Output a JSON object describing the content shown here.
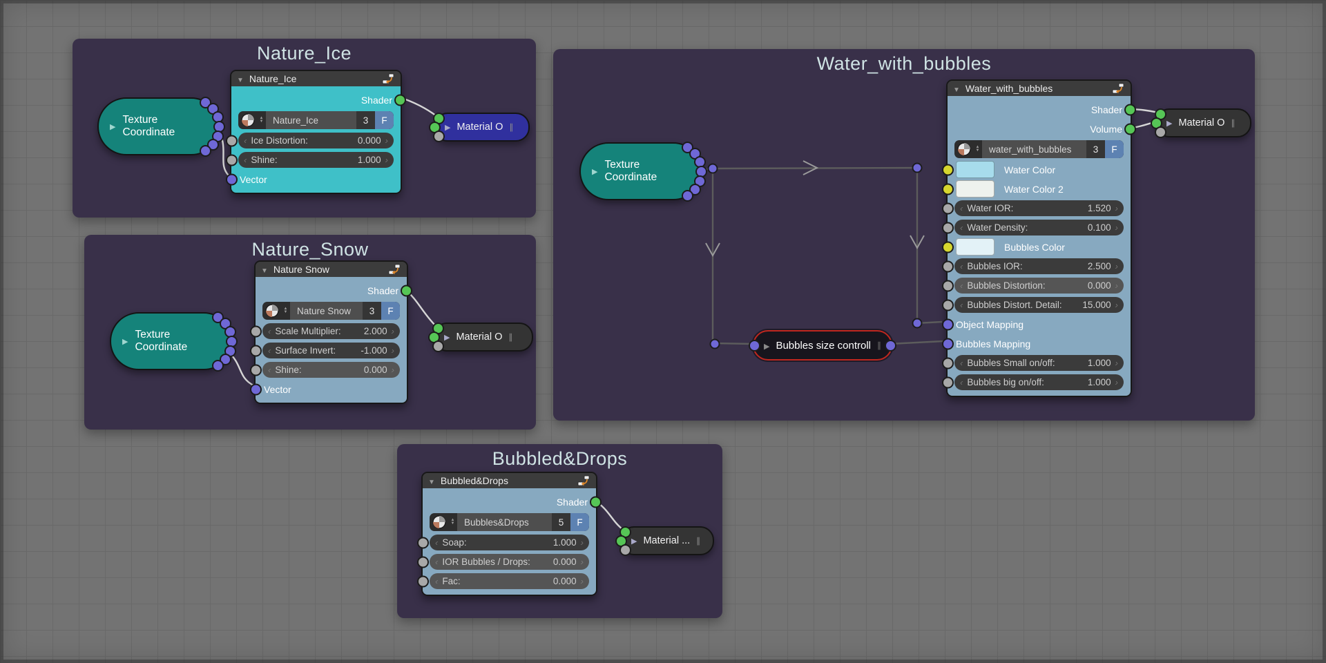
{
  "palette": {
    "canvas_bg": "#737373",
    "grid_line": "#696969",
    "frame_bg": "#393049",
    "frame_title": "#cfe3e4",
    "node_header": "#3c3c3c",
    "node_teal": "#3fc0c8",
    "node_steel": "#87a9c0",
    "texcoord_teal": "#15837a",
    "material_output_navy": "#30309e",
    "collapsed_dark": "#343434",
    "active_outline_red": "#c0271f",
    "socket_green": "#56c656",
    "socket_purple": "#6f68d6",
    "socket_gray": "#a8a8a8",
    "socket_yellow": "#d6d62e",
    "wire_light": "#d6d6d6",
    "wire_dark": "#5c5c5c",
    "fake_user_blue": "#5d82b2"
  },
  "frames": {
    "ice": {
      "title": "Nature_Ice",
      "texcoord": {
        "label": "Texture Coordinate"
      },
      "group": {
        "header": "Nature_Ice",
        "rows": [
          {
            "type": "out",
            "label": "Shader",
            "socket": "green"
          },
          {
            "type": "sel",
            "name": "Nature_Ice",
            "count": "3",
            "f": "F"
          },
          {
            "type": "slider",
            "label": "Ice Distortion:",
            "value": "0.000",
            "socket": "gray"
          },
          {
            "type": "slider",
            "label": "Shine:",
            "value": "1.000",
            "socket": "gray"
          },
          {
            "type": "in",
            "label": "Vector",
            "socket": "purple"
          }
        ]
      },
      "material_output": {
        "label": "Material O"
      }
    },
    "snow": {
      "title": "Nature_Snow",
      "texcoord": {
        "label": "Texture Coordinate"
      },
      "group": {
        "header": "Nature Snow",
        "rows": [
          {
            "type": "out",
            "label": "Shader",
            "socket": "green"
          },
          {
            "type": "sel",
            "name": "Nature Snow",
            "count": "3",
            "f": "F"
          },
          {
            "type": "slider",
            "label": "Scale Multiplier:",
            "value": "2.000",
            "socket": "gray"
          },
          {
            "type": "slider",
            "label": "Surface Invert:",
            "value": "-1.000",
            "socket": "gray"
          },
          {
            "type": "slider",
            "label": "Shine:",
            "value": "0.000",
            "socket": "gray",
            "hover": true
          },
          {
            "type": "in",
            "label": "Vector",
            "socket": "purple"
          }
        ]
      },
      "material_output": {
        "label": "Material O"
      }
    },
    "water": {
      "title": "Water_with_bubbles",
      "texcoord": {
        "label": "Texture Coordinate"
      },
      "group": {
        "header": "Water_with_bubbles",
        "rows": [
          {
            "type": "out",
            "label": "Shader",
            "socket": "green"
          },
          {
            "type": "out",
            "label": "Volume",
            "socket": "green"
          },
          {
            "type": "sel",
            "name": "water_with_bubbles",
            "count": "3",
            "f": "F"
          },
          {
            "type": "color",
            "label": "Water Color",
            "swatch": "#a7dcec",
            "socket": "yellow"
          },
          {
            "type": "color",
            "label": "Water Color 2",
            "swatch": "#eef2ee",
            "socket": "yellow"
          },
          {
            "type": "slider",
            "label": "Water IOR:",
            "value": "1.520",
            "socket": "gray"
          },
          {
            "type": "slider",
            "label": "Water Density:",
            "value": "0.100",
            "socket": "gray"
          },
          {
            "type": "color",
            "label": "Bubbles Color",
            "swatch": "#e3f2f7",
            "socket": "yellow"
          },
          {
            "type": "slider",
            "label": "Bubbles IOR:",
            "value": "2.500",
            "socket": "gray"
          },
          {
            "type": "slider",
            "label": "Bubbles Distortion:",
            "value": "0.000",
            "socket": "gray",
            "hover": true
          },
          {
            "type": "slider",
            "label": "Bubbles Distort. Detail:",
            "value": "15.000",
            "socket": "gray"
          },
          {
            "type": "in",
            "label": "Object Mapping",
            "socket": "purple"
          },
          {
            "type": "in",
            "label": "Bubbles Mapping",
            "socket": "purple"
          },
          {
            "type": "slider",
            "label": "Bubbles Small on/off:",
            "value": "1.000",
            "socket": "gray"
          },
          {
            "type": "slider",
            "label": "Bubbles big on/off:",
            "value": "1.000",
            "socket": "gray"
          }
        ]
      },
      "bubbles_size": {
        "label": "Bubbles size controll"
      },
      "material_output": {
        "label": "Material O"
      }
    },
    "bubbled": {
      "title": "Bubbled&Drops",
      "group": {
        "header": "Bubbled&Drops",
        "rows": [
          {
            "type": "out",
            "label": "Shader",
            "socket": "green"
          },
          {
            "type": "sel",
            "name": "Bubbles&Drops",
            "count": "5",
            "f": "F"
          },
          {
            "type": "slider",
            "label": "Soap:",
            "value": "1.000",
            "socket": "gray"
          },
          {
            "type": "slider",
            "label": "IOR Bubbles / Drops:",
            "value": "0.000",
            "socket": "gray",
            "hover": true
          },
          {
            "type": "slider",
            "label": "Fac:",
            "value": "0.000",
            "socket": "gray",
            "hover": true
          }
        ]
      },
      "material_output": {
        "label": "Material ..."
      }
    }
  }
}
